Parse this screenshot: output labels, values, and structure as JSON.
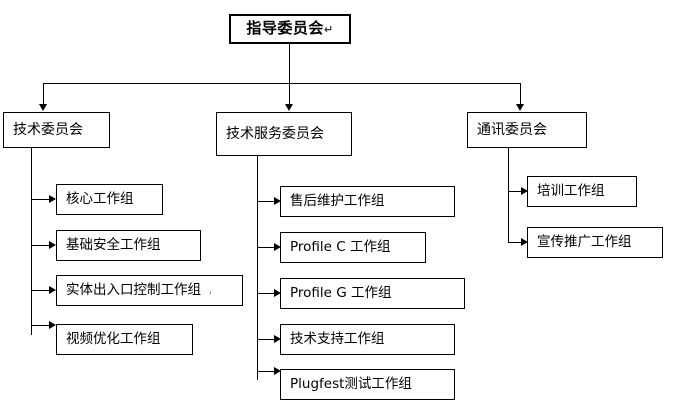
{
  "diagram": {
    "type": "organizational-chart",
    "root": {
      "label": "指导委员会",
      "trailing_symbol": "↵"
    },
    "committees": [
      {
        "label": "技术委员会",
        "children": [
          {
            "label": "核心工作组"
          },
          {
            "label": "基础安全工作组"
          },
          {
            "label": "实体出入口控制工作组",
            "trailing_mark": ","
          },
          {
            "label": "视频优化工作组"
          }
        ]
      },
      {
        "label": "技术服务委员会",
        "children": [
          {
            "label": "售后维护工作组"
          },
          {
            "label": "Profile C 工作组"
          },
          {
            "label": "Profile G 工作组"
          },
          {
            "label": "技术支持工作组"
          },
          {
            "label": "Plugfest测试工作组"
          }
        ]
      },
      {
        "label": "通讯委员会",
        "children": [
          {
            "label": "培训工作组"
          },
          {
            "label": "宣传推广工作组"
          }
        ]
      }
    ]
  },
  "colors": {
    "background": "#ffffff",
    "stroke": "#000000",
    "text": "#000000"
  }
}
